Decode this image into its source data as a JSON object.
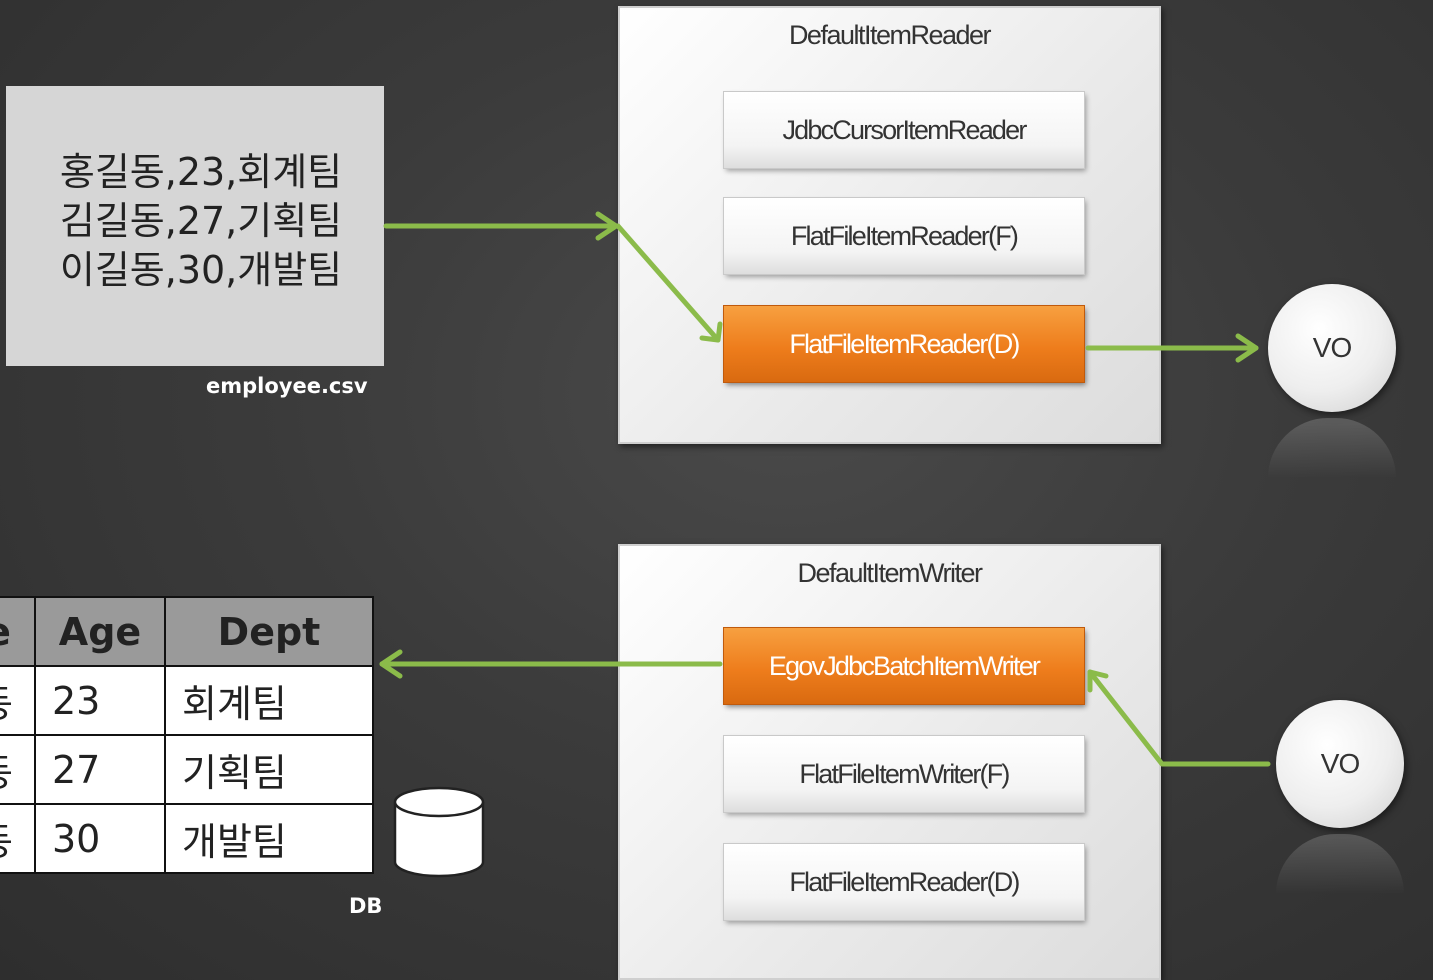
{
  "csv": {
    "lines": [
      "홍길동,23,회계팀",
      "김길동,27,기획팀",
      "이길동,30,개발팀"
    ],
    "filename": "employee.csv"
  },
  "reader": {
    "title": "DefaultItemReader",
    "items": [
      "JdbcCursorItemReader",
      "FlatFileItemReader(F)",
      "FlatFileItemReader(D)"
    ],
    "active_index": 2
  },
  "writer": {
    "title": "DefaultItemWriter",
    "items": [
      "EgovJdbcBatchItemWriter",
      "FlatFileItemWriter(F)",
      "FlatFileItemReader(D)"
    ],
    "active_index": 0
  },
  "vo_top": "VO",
  "vo_bottom": "VO",
  "table": {
    "headers": [
      "e",
      "Age",
      "Dept"
    ],
    "rows": [
      [
        "동",
        "23",
        "회계팀"
      ],
      [
        "동",
        "27",
        "기획팀"
      ],
      [
        "동",
        "30",
        "개발팀"
      ]
    ]
  },
  "db_label": "DB",
  "colors": {
    "arrow": "#8bbb4a",
    "active_item": "#ee7d1c",
    "background": "#3a3a3a"
  }
}
